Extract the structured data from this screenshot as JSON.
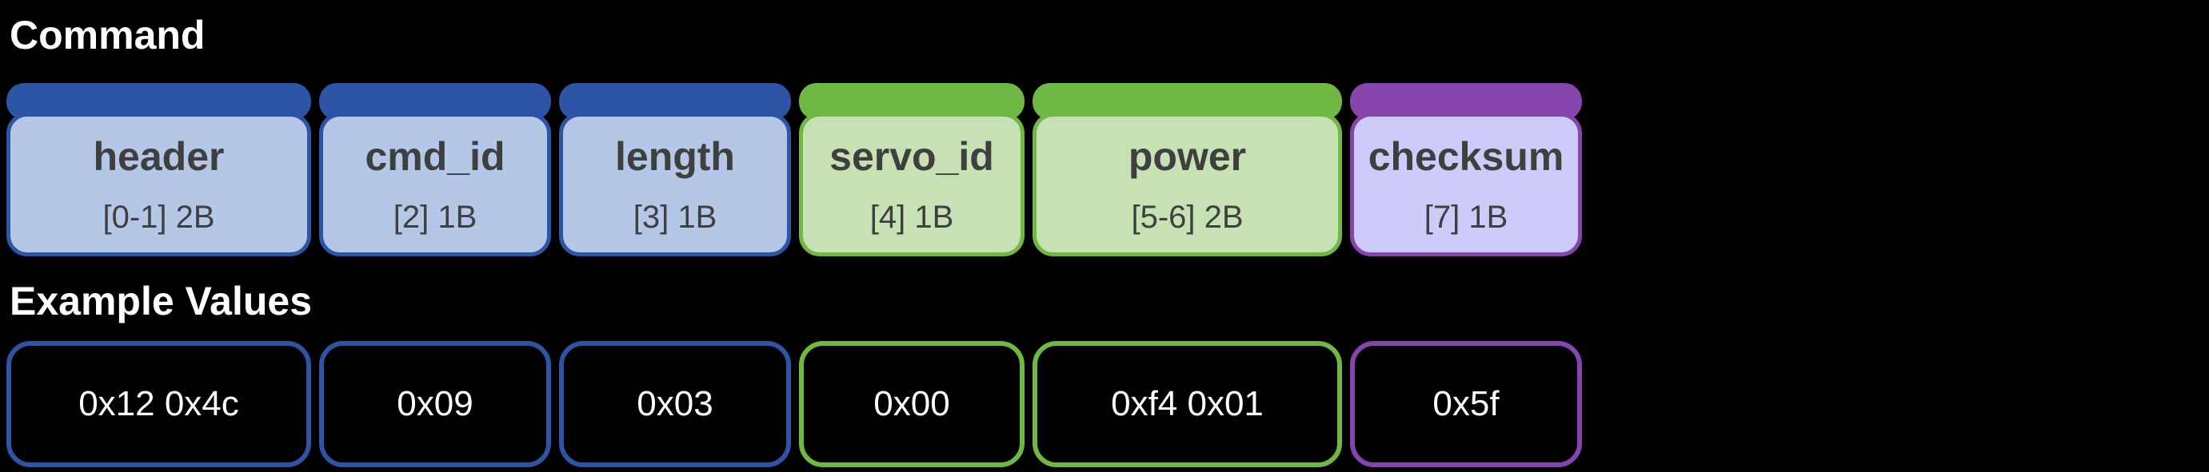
{
  "sections": {
    "command": {
      "title": "Command",
      "fields": [
        {
          "name": "header",
          "range": "[0-1] 2B",
          "color_group": "blue"
        },
        {
          "name": "cmd_id",
          "range": "[2] 1B",
          "color_group": "blue"
        },
        {
          "name": "length",
          "range": "[3] 1B",
          "color_group": "blue"
        },
        {
          "name": "servo_id",
          "range": "[4] 1B",
          "color_group": "green"
        },
        {
          "name": "power",
          "range": "[5-6] 2B",
          "color_group": "green"
        },
        {
          "name": "checksum",
          "range": "[7] 1B",
          "color_group": "purple"
        }
      ]
    },
    "examples": {
      "title": "Example Values",
      "values": [
        {
          "value": "0x12 0x4c",
          "color_group": "blue"
        },
        {
          "value": "0x09",
          "color_group": "blue"
        },
        {
          "value": "0x03",
          "color_group": "blue"
        },
        {
          "value": "0x00",
          "color_group": "green"
        },
        {
          "value": "0xf4 0x01",
          "color_group": "green"
        },
        {
          "value": "0x5f",
          "color_group": "purple"
        }
      ]
    }
  },
  "colors": {
    "background": "#000000",
    "blue": "#2E55A5",
    "blue_light": "#B4C7E7",
    "green": "#6FB843",
    "green_light": "#C6E2B4",
    "purple": "#8644AD",
    "purple_light": "#CDCCF8",
    "field_text": "#3F3F3F",
    "title_text": "#FFFFFF",
    "value_text": "#FFFFFF"
  }
}
